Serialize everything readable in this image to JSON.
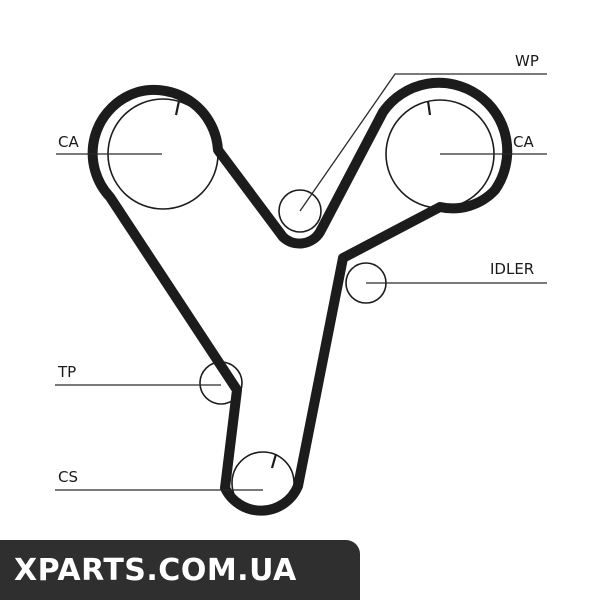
{
  "labels": {
    "ca_left": "CA",
    "wp": "WP",
    "ca_right": "CA",
    "idler": "IDLER",
    "tp": "TP",
    "cs": "CS"
  },
  "watermark": {
    "text": "XPARTS.COM.UA"
  }
}
